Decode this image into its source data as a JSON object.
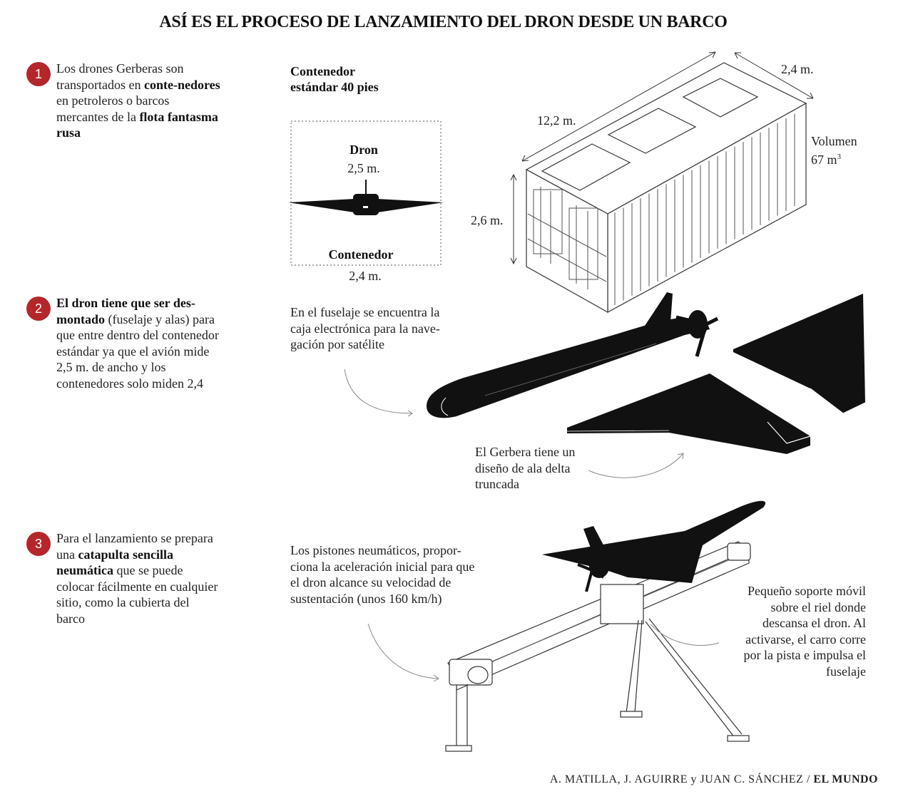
{
  "title": "ASÍ ES EL PROCESO DE LANZAMIENTO DEL DRON DESDE UN BARCO",
  "accent_color": "#b5262b",
  "steps": [
    {
      "number": "1",
      "parts": [
        {
          "t": "Los drones Gerberas son transportados en ",
          "b": false
        },
        {
          "t": "conte-nedores",
          "b": true
        },
        {
          "t": " en petroleros o barcos mercantes de la ",
          "b": false
        },
        {
          "t": "flota fantasma rusa",
          "b": true
        }
      ]
    },
    {
      "number": "2",
      "parts": [
        {
          "t": "El dron tiene que ser des-montado",
          "b": true
        },
        {
          "t": " (fuselaje y alas) para que entre dentro del contenedor estándar ya que el avión mide 2,5 m. de ancho y los contenedores solo miden 2,4",
          "b": false
        }
      ]
    },
    {
      "number": "3",
      "parts": [
        {
          "t": "Para el lanzamiento se prepara una ",
          "b": false
        },
        {
          "t": "catapulta sencilla neumática",
          "b": true
        },
        {
          "t": " que se puede colocar fácilmente en cualquier sitio, como la cubierta del barco",
          "b": false
        }
      ]
    }
  ],
  "container_box": {
    "heading_line1": "Contenedor",
    "heading_line2": "estándar 40 pies",
    "drone_label": "Dron",
    "drone_width": "2,5 m.",
    "container_label": "Contenedor",
    "container_width": "2,4 m."
  },
  "container_dims": {
    "length": "12,2 m.",
    "width": "2,4 m.",
    "height": "2,6 m.",
    "volume_label": "Volumen",
    "volume_value": "67 m",
    "volume_exp": "3"
  },
  "annotations": {
    "fuselage": "En el fuselaje se encuentra la caja electrónica para la nave-gación por satélite",
    "wing": "El Gerbera tiene un diseño de ala delta truncada",
    "pistons": "Los pistones neumáticos, propor-ciona la aceleración inicial para que el dron alcance su velocidad de sustentación (unos 160 km/h)",
    "support": "Pequeño soporte móvil sobre el riel donde descansa el dron. Al activarse, el carro corre por la pista e impulsa el fuselaje"
  },
  "credit": {
    "authors": "A. MATILLA, J. AGUIRRE y JUAN C. SÁNCHEZ / ",
    "outlet": "EL MUNDO"
  }
}
